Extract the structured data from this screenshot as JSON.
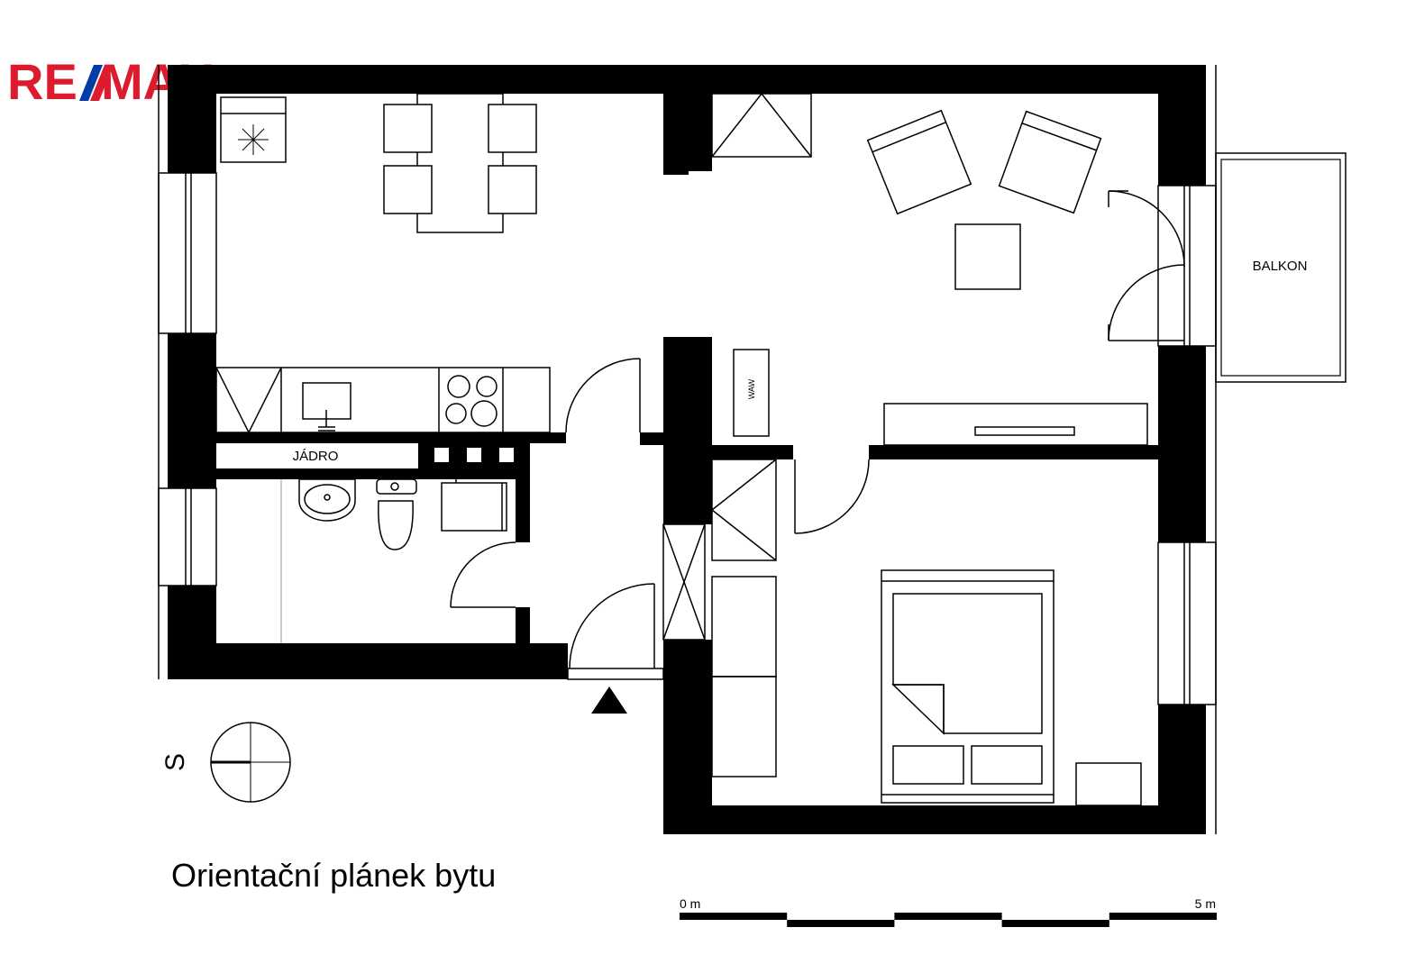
{
  "brand": {
    "name": "RE/MAX",
    "red": "#dc1c2e",
    "blue": "#003da5"
  },
  "rooms": {
    "balcony": "BALKON",
    "core": "JÁDRO",
    "washing_machine": "WAW"
  },
  "compass": {
    "north_label": "S"
  },
  "caption": "Orientační plánek bytu",
  "scale": {
    "start_label": "0 m",
    "end_label": "5 m",
    "segments": 5
  },
  "colors": {
    "wall": "#000000",
    "line": "#000000",
    "background": "#ffffff"
  },
  "icons": {
    "entrance": "entrance-triangle-icon",
    "compass": "compass-icon"
  }
}
